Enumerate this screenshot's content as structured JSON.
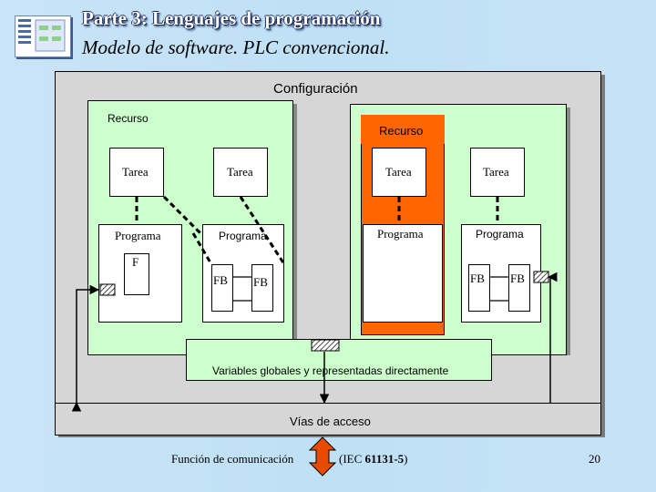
{
  "header": {
    "title": "Parte 3: Lenguajes de programación",
    "subtitle": "Modelo de software. PLC convencional."
  },
  "diagram": {
    "configuration": "Configuración",
    "resource_left": "Recurso",
    "resource_right": "Recurso",
    "tasks": [
      "Tarea",
      "Tarea",
      "Tarea",
      "Tarea"
    ],
    "programs": [
      "Programa",
      "Programa",
      "Programa",
      "Programa"
    ],
    "function_block": "F",
    "fb_labels": [
      "FB",
      "FB",
      "FB",
      "FB"
    ],
    "global_vars": "Variables globales y representadas directamente",
    "access_paths": "Vías de acceso"
  },
  "footer": {
    "comm_function": "Función de comunicación",
    "standard_prefix": "(IEC ",
    "standard_number": "61131-5",
    "standard_suffix": ")",
    "page_number": "20"
  },
  "colors": {
    "background": "#c4e2f6",
    "configuration_fill": "#d6d6d6",
    "resource_fill": "#ccffcc",
    "highlight_resource": "#ff6600"
  }
}
